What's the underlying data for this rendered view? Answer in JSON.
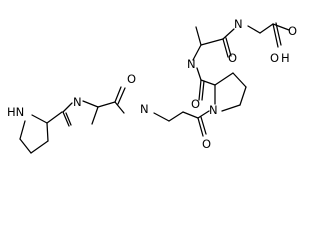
{
  "diagram": {
    "type": "skeletal-formula",
    "background": "#ffffff",
    "line_color": "#000000"
  },
  "atoms": {
    "pyrrolidine_nh": "HN",
    "amide_nh_1": "N",
    "carbonyl_o_1": "O",
    "amide_n_2": "N",
    "carbonyl_o_2": "O",
    "proline_n": "N",
    "amide_nh_3": "N",
    "carbonyl_o_3": "O",
    "carbonyl_o_4": "O",
    "amide_nh_4": "N",
    "carbonyl_o_5": "O",
    "acid_o": "O",
    "acid_h": "H"
  }
}
